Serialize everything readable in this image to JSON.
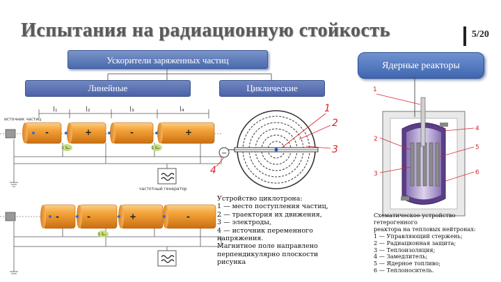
{
  "slide": {
    "title": "Испытания на радиационную стойкость",
    "page_number": "5/20"
  },
  "headers": {
    "accelerators": "Ускорители заряженных частиц",
    "linear": "Линейные",
    "cyclic": "Циклические",
    "reactors": "Ядерные реакторы"
  },
  "linear_diagram": {
    "source_label": "источник частиц",
    "tube_labels": [
      "l₁",
      "l₂",
      "l₃",
      "l₄"
    ],
    "generator_label": "частотный генератор",
    "charges_top": [
      "-",
      "+",
      "-",
      "+"
    ],
    "charges_bottom": [
      "-",
      "-",
      "+",
      "-"
    ],
    "tag_small": "1 Sₐₙ",
    "tag_small2": "1 S₂ₙ"
  },
  "cyclotron": {
    "numbers": [
      "1",
      "2",
      "3",
      "4"
    ],
    "caption": "Устройство циклотрона:\n1 — место поступления частиц,\n2 — траектория их движения,\n3 — электроды,\n4 — источник переменного\nнапряжения.\nМагнитное поле направлено\nперпендикулярно плоскости\nрисунка"
  },
  "reactor": {
    "numbers": [
      "1",
      "2",
      "3",
      "4",
      "5",
      "6"
    ],
    "caption": "Схематическое устройство гетерогенного\nреактора на тепловых нейтронах:\n1 — Управляющий стержень;\n2 — Радиационная защита;\n3 — Теплоизоляция;\n4 — Замедлитель;\n5 — Ядерное топливо;\n6 — Теплоноситель."
  },
  "colors": {
    "accent_blue": "#4a6aad",
    "tube_orange": "#f19a28",
    "number_red": "#d9232a",
    "reactor_purple": "#5a3e86"
  }
}
